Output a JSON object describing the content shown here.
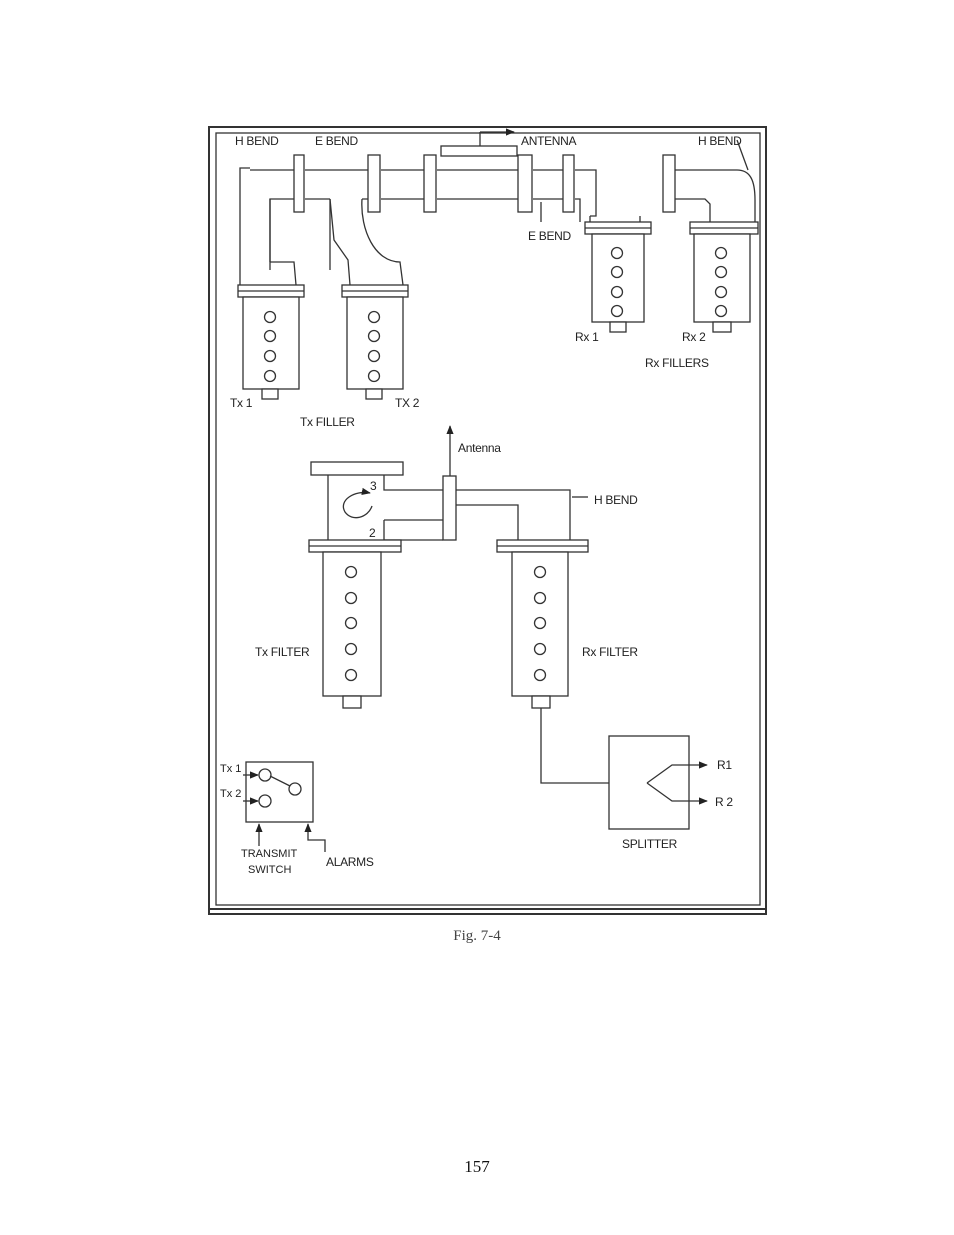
{
  "diagram": {
    "labels": {
      "h_bend_top_left": "H  BEND",
      "e_bend_top": "E BEND",
      "antenna_top": "ANTENNA",
      "h_bend_top_right": "H  BEND",
      "e_bend_mid": "E BEND",
      "rx1": "Rx 1",
      "rx2": "Rx 2",
      "rx_fillers": "Rx FILLERS",
      "tx1": "Tx 1",
      "tx2": "TX 2",
      "tx_filler": "Tx FILLER",
      "antenna_lower": "Antenna",
      "h_bend_lower": "H  BEND",
      "port3": "3",
      "port2": "2",
      "tx_filter": "Tx FILTER",
      "rx_filter": "Rx FILTER",
      "switch_tx1": "Tx 1",
      "switch_tx2": "Tx 2",
      "transmit_line1": "TRANSMIT",
      "transmit_line2": "SWITCH",
      "alarms": "ALARMS",
      "r1": "R1",
      "r2": "R 2",
      "splitter": "SPLITTER"
    }
  },
  "caption": "Fig. 7-4",
  "page_number": "157"
}
